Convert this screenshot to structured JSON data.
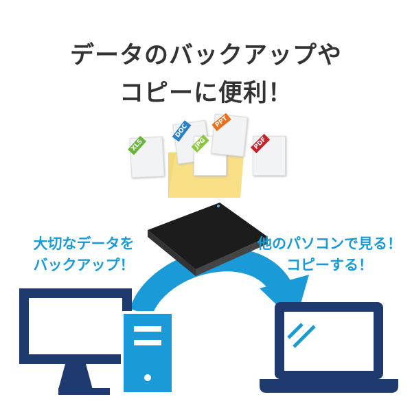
{
  "headline": {
    "line1": "データのバックアップや",
    "line2": "コピーに便利！"
  },
  "left_callout": {
    "line1": "大切なデータを",
    "line2": "バックアップ！"
  },
  "right_callout": {
    "line1": "他のパソコンで見る！",
    "line2": "コピーする！"
  },
  "file_types": [
    "XLS",
    "DOC",
    "JPG",
    "PPT",
    "PDF"
  ],
  "colors": {
    "accent": "#1a9ad6",
    "navy": "#1f3a6e",
    "folder": "#f8df86"
  }
}
